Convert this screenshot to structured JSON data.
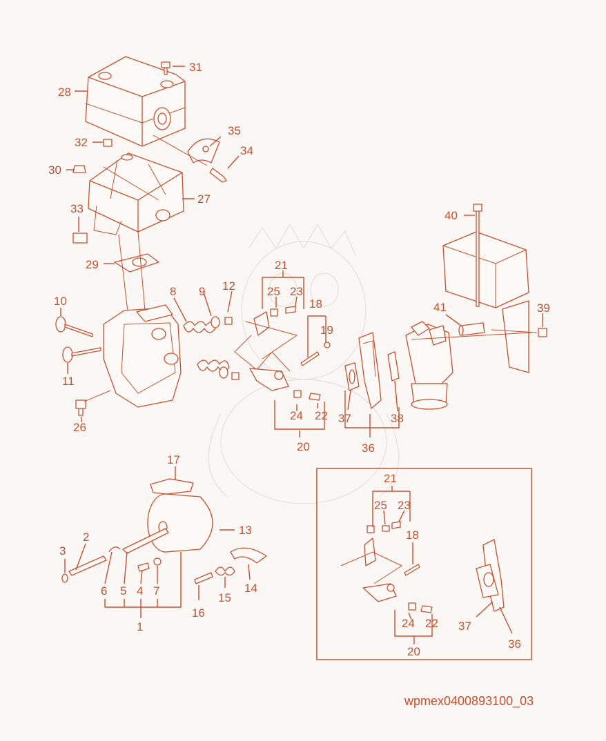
{
  "labels": {
    "l1": "1",
    "l2": "2",
    "l3": "3",
    "l4": "4",
    "l5": "5",
    "l6": "6",
    "l7": "7",
    "l8": "8",
    "l9": "9",
    "l10": "10",
    "l11": "11",
    "l12": "12",
    "l13": "13",
    "l14": "14",
    "l15": "15",
    "l16": "16",
    "l17": "17",
    "l18": "18",
    "l19": "19",
    "l20": "20",
    "l21": "21",
    "l22": "22",
    "l23": "23",
    "l24": "24",
    "l25": "25",
    "l26": "26",
    "l27": "27",
    "l28": "28",
    "l29": "29",
    "l30": "30",
    "l31": "31",
    "l32": "32",
    "l33": "33",
    "l34": "34",
    "l35": "35",
    "l36": "36",
    "l37": "37",
    "l38": "38",
    "l39": "39",
    "l40": "40",
    "l41": "41",
    "i18": "18",
    "i20": "20",
    "i21": "21",
    "i22": "22",
    "i23": "23",
    "i24": "24",
    "i25": "25",
    "i36": "36",
    "i37": "37"
  },
  "image_code": "wpmex0400893100_03",
  "colors": {
    "line": "#c8502e",
    "background": "#faf7f4"
  }
}
